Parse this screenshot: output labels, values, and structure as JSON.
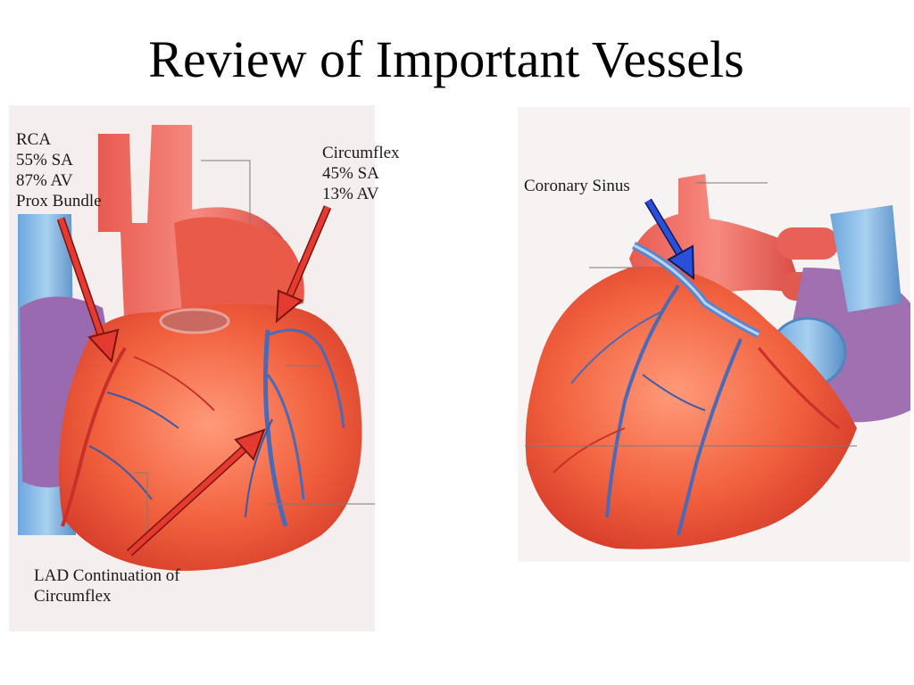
{
  "title": "Review of Important Vessels",
  "labels": {
    "rca": [
      "RCA",
      "55% SA",
      "87% AV",
      "Prox Bundle"
    ],
    "circumflex": [
      "Circumflex",
      "45% SA",
      "13% AV"
    ],
    "coronary_sinus": [
      "Coronary Sinus"
    ],
    "lad": [
      "LAD Continuation of",
      "Circumflex"
    ]
  },
  "colors": {
    "heart": "#f0604a",
    "vessel_red": "#e84030",
    "vein_blue": "#6aa0d8",
    "arrow_red": "#e53a2f",
    "arrow_blue": "#2a4fd8"
  }
}
